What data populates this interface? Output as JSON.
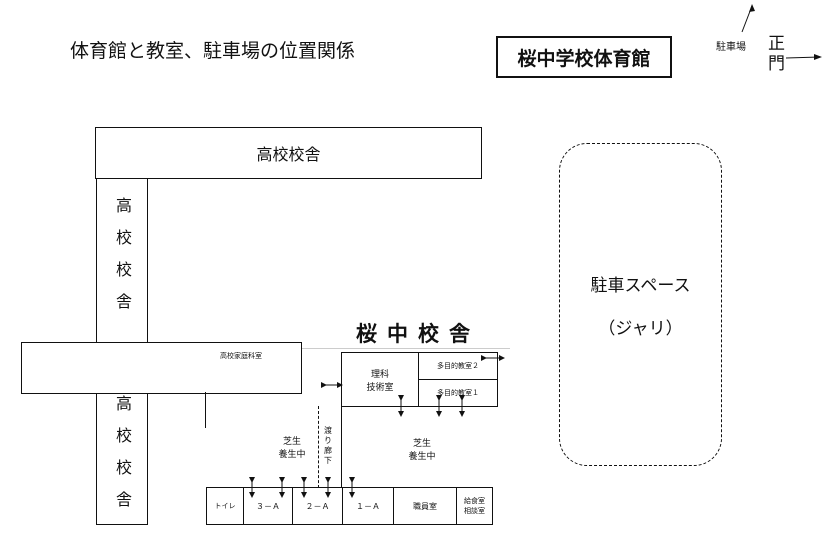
{
  "page_title": "体育館と教室、駐車場の位置関係",
  "boxed_title": "桜中学校体育館",
  "compass": {
    "parking_label": "駐車場",
    "gate_label": "正門"
  },
  "high_school": {
    "top_building": "高校校舎",
    "left_upper": "高校校舎",
    "left_lower": "高校校舎",
    "courtyard_room": "高校家庭科室"
  },
  "sakura": {
    "title": "桜中校舎",
    "science_room": "理科\n技術室",
    "multi_room_2": "多目的教室２",
    "multi_room_1": "多目的教室１",
    "lawn_left": "芝生\n養生中",
    "lawn_right": "芝生\n養生中",
    "corridor": "渡り廊下",
    "rooms": [
      "トイレ",
      "３－Ａ",
      "２－Ａ",
      "１－Ａ",
      "職員室",
      "給食室\n相談室"
    ]
  },
  "parking": {
    "label": "駐車スペース",
    "sub_label": "（ジャリ）"
  }
}
